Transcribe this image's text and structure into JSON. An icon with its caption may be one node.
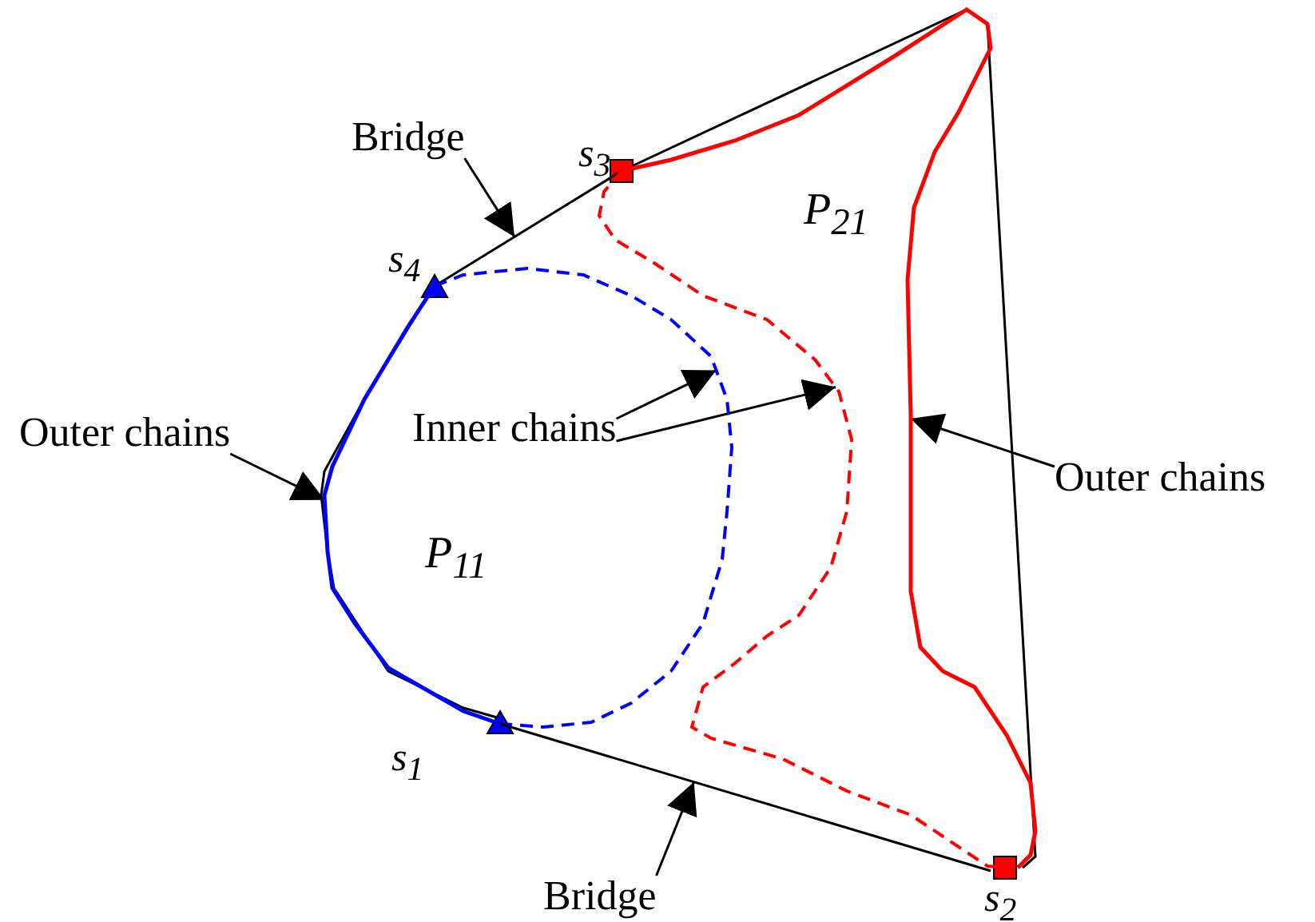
{
  "diagram": {
    "nodes": [
      {
        "text": [
          "Bridge"
        ]
      },
      {
        "text": [],
        "shape": "line"
      },
      {
        "text": [
          "Outer chains"
        ]
      },
      {
        "text": [],
        "shape": "line"
      },
      {
        "text": [
          "Inner chains"
        ]
      },
      {
        "text": [],
        "shape": "line"
      },
      {
        "text": [],
        "shape": "line"
      },
      {
        "text": [],
        "shape": "line"
      },
      {
        "text": [
          "Outer chains"
        ]
      },
      {
        "text": [],
        "shape": "line"
      },
      {
        "text": [
          "Bridge"
        ]
      }
    ],
    "edges": [
      {
        "from": 0,
        "to": 1,
        "arrow": "to"
      },
      {
        "from": 2,
        "to": 3,
        "arrow": "to"
      },
      {
        "from": 4,
        "to": 5,
        "arrow": "to"
      },
      {
        "from": 4,
        "to": 6,
        "arrow": "to"
      },
      {
        "from": 8,
        "to": 7,
        "arrow": "to"
      },
      {
        "from": 10,
        "to": 9,
        "arrow": "to"
      }
    ],
    "labels": [
      "s$_{3}$",
      "P$_{21}$",
      "s$_{4}$",
      "P$_{11}$",
      "s$_{1}$",
      "s$_{2}$"
    ]
  }
}
